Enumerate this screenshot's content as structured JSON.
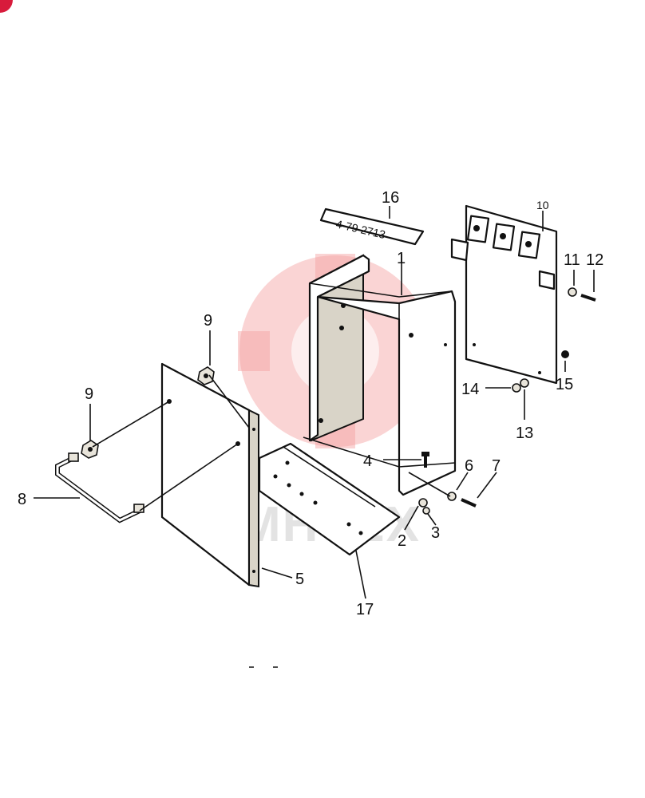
{
  "watermark": {
    "text": "MHTEX"
  },
  "callouts": {
    "c1": "1",
    "c2": "2",
    "c3": "3",
    "c4": "4",
    "c5": "5",
    "c6": "6",
    "c7": "7",
    "c8": "8",
    "c9a": "9",
    "c9b": "9",
    "c10": "10",
    "c11": "11",
    "c12": "12",
    "c13": "13",
    "c14": "14",
    "c15": "15",
    "c16": "16",
    "c17": "17"
  },
  "nameplate": {
    "text": "4-79 2713"
  },
  "colors": {
    "line": "#111111",
    "watermark": "#f3a0a0",
    "corner_badge": "#d81b3c"
  }
}
